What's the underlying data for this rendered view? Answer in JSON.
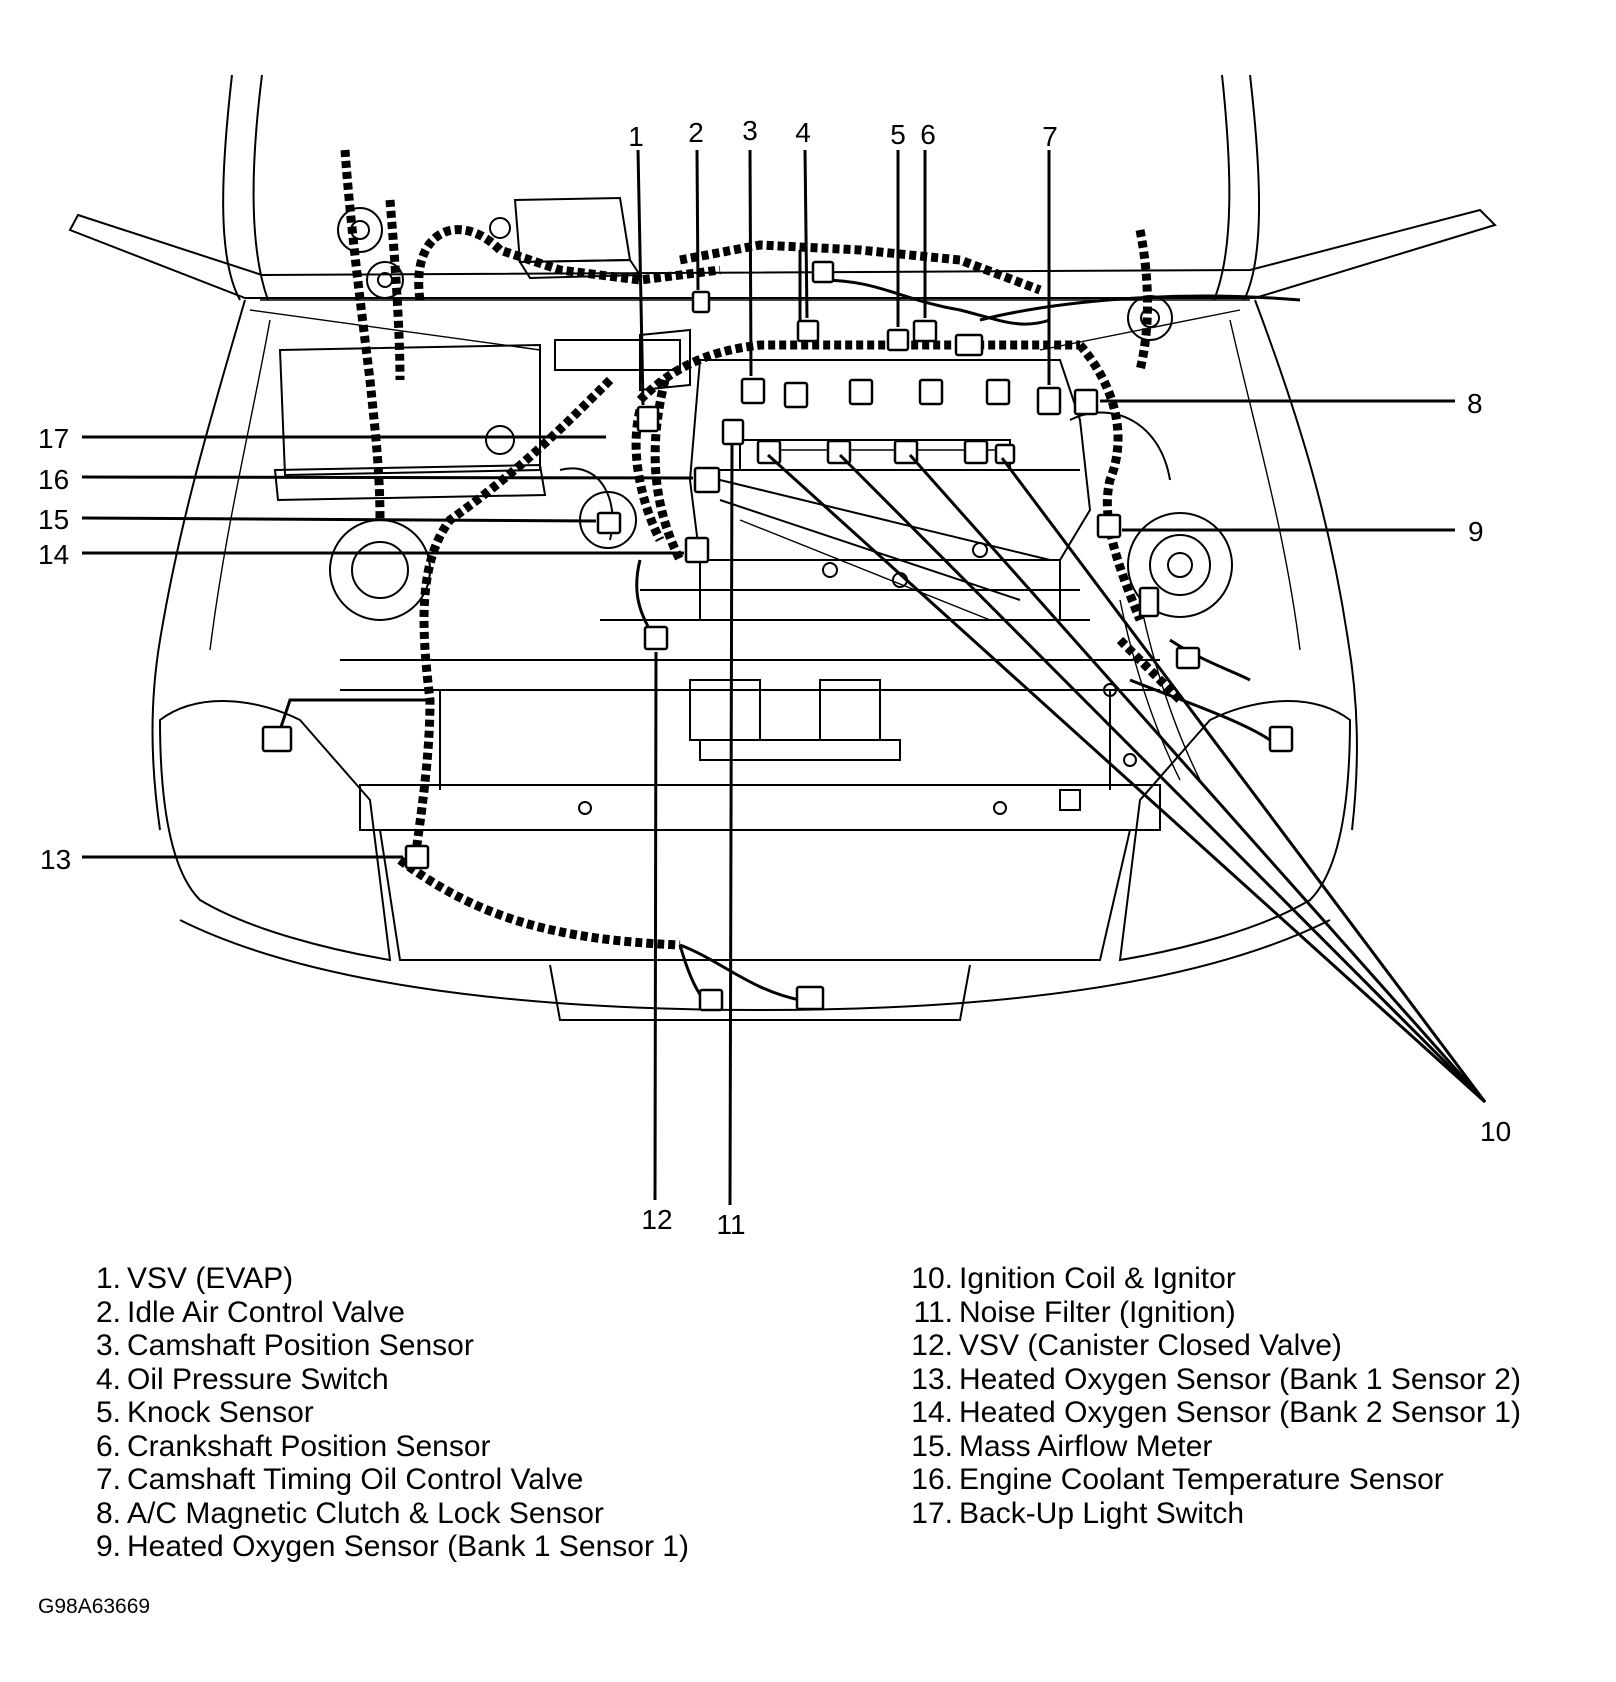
{
  "callouts": {
    "c1": "1",
    "c2": "2",
    "c3": "3",
    "c4": "4",
    "c5": "5",
    "c6": "6",
    "c7": "7",
    "c8": "8",
    "c9": "9",
    "c10": "10",
    "c11": "11",
    "c12": "12",
    "c13": "13",
    "c14": "14",
    "c15": "15",
    "c16": "16",
    "c17": "17"
  },
  "legend": {
    "left": [
      {
        "num": "1.",
        "label": "VSV (EVAP)"
      },
      {
        "num": "2.",
        "label": "Idle Air Control Valve"
      },
      {
        "num": "3.",
        "label": "Camshaft Position Sensor"
      },
      {
        "num": "4.",
        "label": "Oil Pressure Switch"
      },
      {
        "num": "5.",
        "label": "Knock Sensor"
      },
      {
        "num": "6.",
        "label": "Crankshaft Position Sensor"
      },
      {
        "num": "7.",
        "label": "Camshaft Timing Oil Control Valve"
      },
      {
        "num": "8.",
        "label": "A/C Magnetic Clutch & Lock Sensor"
      },
      {
        "num": "9.",
        "label": "Heated Oxygen Sensor (Bank 1 Sensor 1)"
      }
    ],
    "right": [
      {
        "num": "10.",
        "label": "Ignition Coil & Ignitor"
      },
      {
        "num": "11.",
        "label": "Noise Filter (Ignition)"
      },
      {
        "num": "12.",
        "label": "VSV (Canister Closed Valve)"
      },
      {
        "num": "13.",
        "label": "Heated Oxygen Sensor (Bank 1 Sensor 2)"
      },
      {
        "num": "14.",
        "label": "Heated Oxygen Sensor (Bank 2 Sensor 1)"
      },
      {
        "num": "15.",
        "label": "Mass Airflow Meter"
      },
      {
        "num": "16.",
        "label": "Engine Coolant Temperature Sensor"
      },
      {
        "num": "17.",
        "label": "Back-Up Light Switch"
      }
    ]
  },
  "figure_id": "G98A63669"
}
